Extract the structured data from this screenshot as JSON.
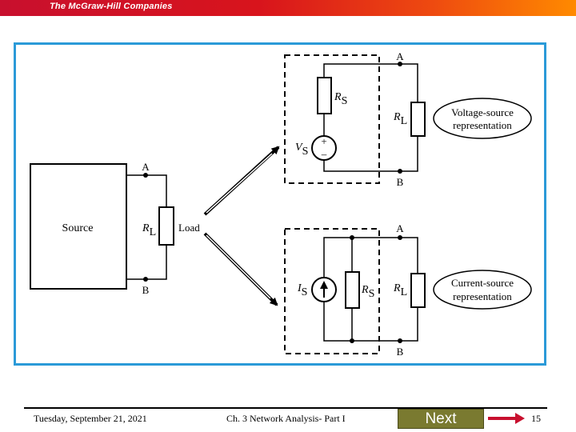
{
  "header": {
    "brand": "The McGraw-Hill Companies"
  },
  "diagram": {
    "source_label": "Source",
    "load_label": "Load",
    "terminal_a": "A",
    "terminal_b": "B",
    "rl_symbol": "R",
    "rl_sub": "L",
    "rs_symbol": "R",
    "rs_sub": "S",
    "vs_symbol": "V",
    "vs_sub": "S",
    "is_symbol": "I",
    "is_sub": "S",
    "plus": "+",
    "minus": "–",
    "voltage_rep_line1": "Voltage-source",
    "voltage_rep_line2": "representation",
    "current_rep_line1": "Current-source",
    "current_rep_line2": "representation"
  },
  "footer": {
    "date": "Tuesday, September 21, 2021",
    "chapter": "Ch. 3 Network Analysis- Part I",
    "next_label": "Next",
    "page_number": "15"
  },
  "colors": {
    "frame": "#2b9ad8",
    "next_button": "#7a7a30",
    "brand_bar": "#d8141c"
  }
}
